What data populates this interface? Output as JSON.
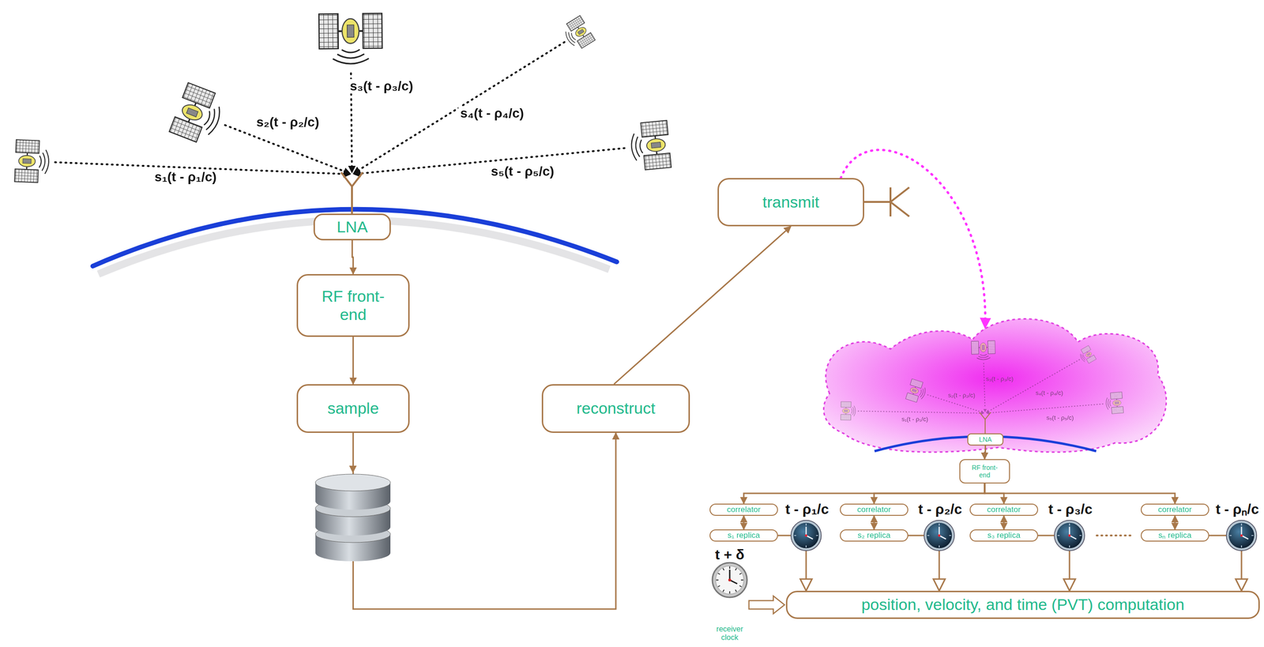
{
  "diagram": {
    "nodes": [
      {
        "text": [
          "LNA"
        ]
      },
      {
        "text": [
          "RF front-end"
        ]
      },
      {
        "text": [
          "sample"
        ]
      },
      {
        "text": [
          "reconstruct"
        ]
      },
      {
        "text": [
          "transmit"
        ]
      },
      {
        "text": [
          "s₁(t - ρ₁/c)",
          "s₂(t - ρ₂/c)",
          "s₃(t - ρ₃/c)",
          "s₄(t - ρ₄/c)",
          "s₅(t - ρ₅/c)"
        ]
      },
      {
        "text": [
          "LNA"
        ],
        "in": 5
      },
      {
        "text": [
          "RF front-end"
        ]
      },
      {
        "text": [
          "correlator"
        ]
      },
      {
        "text": [
          "s₁ replica"
        ]
      },
      {
        "text": [
          "correlator"
        ]
      },
      {
        "text": [
          "s₂ replica"
        ]
      },
      {
        "text": [
          "correlator"
        ]
      },
      {
        "text": [
          "s₃ replica"
        ]
      },
      {
        "text": [
          "correlator"
        ]
      },
      {
        "text": [
          "sₙ replica"
        ]
      },
      {
        "text": [
          "position, velocity, and time (PVT) computation"
        ]
      }
    ],
    "edges": [
      {
        "from": 0,
        "to": 1,
        "arrow": "to"
      },
      {
        "from": 1,
        "to": 2,
        "arrow": "to"
      },
      {
        "from": 2,
        "to": 3,
        "arrow": "to"
      },
      {
        "from": 3,
        "to": 4,
        "arrow": "to"
      },
      {
        "from": 4,
        "to": 5,
        "arrow": "to"
      },
      {
        "from": 6,
        "to": 7,
        "arrow": "to"
      },
      {
        "from": 7,
        "to": 8,
        "arrow": "to"
      },
      {
        "from": 7,
        "to": 10,
        "arrow": "to"
      },
      {
        "from": 7,
        "to": 12,
        "arrow": "to"
      },
      {
        "from": 7,
        "to": 14,
        "arrow": "to"
      },
      {
        "from": 8,
        "to": 9,
        "arrow": "both"
      },
      {
        "from": 10,
        "to": 11,
        "arrow": "both"
      },
      {
        "from": 12,
        "to": 13,
        "arrow": "both"
      },
      {
        "from": 14,
        "to": 15,
        "arrow": "both"
      },
      {
        "from": 9,
        "to": 16,
        "arrow": "to"
      },
      {
        "from": 11,
        "to": 16,
        "arrow": "to"
      },
      {
        "from": 13,
        "to": 16,
        "arrow": "to"
      },
      {
        "from": 15,
        "to": 16,
        "arrow": "to"
      }
    ],
    "labels": [
      "s₁(t - ρ₁/c)",
      "s₂(t - ρ₂/c)",
      "s₃(t - ρ₃/c)",
      "s₄(t - ρ₄/c)",
      "s₅(t - ρ₅/c)",
      "t - ρ₁/c",
      "t - ρ₂/c",
      "t - ρ₃/c",
      "t - ρₙ/c",
      "t + δ",
      "receiver clock"
    ]
  }
}
